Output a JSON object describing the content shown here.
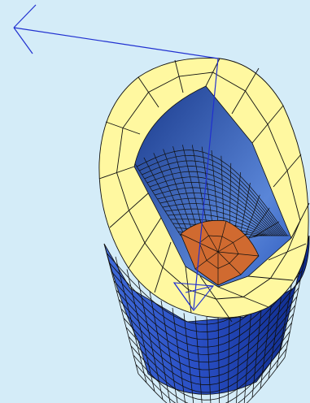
{
  "viewport": {
    "background": "#d4ecf8"
  },
  "model": {
    "type": "hollow-cylinder-mesh",
    "colors": {
      "outer_wall_dark": "#0d2a8a",
      "outer_wall_light": "#3f6ad8",
      "inner_wall_dark": "#1a3a8c",
      "inner_wall_light": "#5a86d8",
      "rim_face": "#fff8a0",
      "bottom_face": "#d06a30",
      "mesh_line": "#101010",
      "axis_line": "#2030d0"
    },
    "mesh": {
      "radial_divisions": 32,
      "wall_rows": 14
    }
  },
  "axes": {
    "icons": [
      "arrow-icon",
      "axis-triad-icon"
    ]
  }
}
